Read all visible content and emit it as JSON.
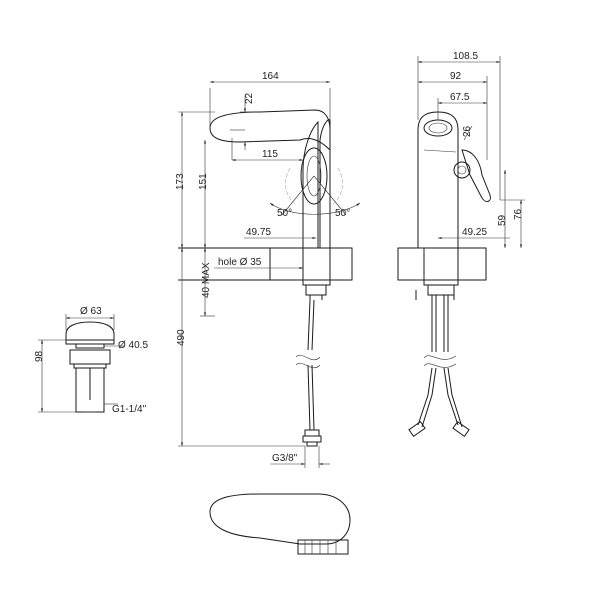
{
  "dimensions": {
    "d164": "164",
    "d22": "22",
    "d115": "115",
    "d173": "173",
    "d151": "151",
    "angle_left": "50°",
    "angle_right": "50°",
    "d4975": "49.75",
    "hole_label": "hole Ø 35",
    "max40": "40 MAX",
    "d490": "490",
    "g38": "G3/8\"",
    "d1085": "108.5",
    "d92": "92",
    "d675": "67.5",
    "d26": "26",
    "d4925": "49.25",
    "d59": "59",
    "d76": "76",
    "phi63": "Ø 63",
    "phi405": "Ø 40.5",
    "d98": "98",
    "g114": "G1-1/4\""
  }
}
